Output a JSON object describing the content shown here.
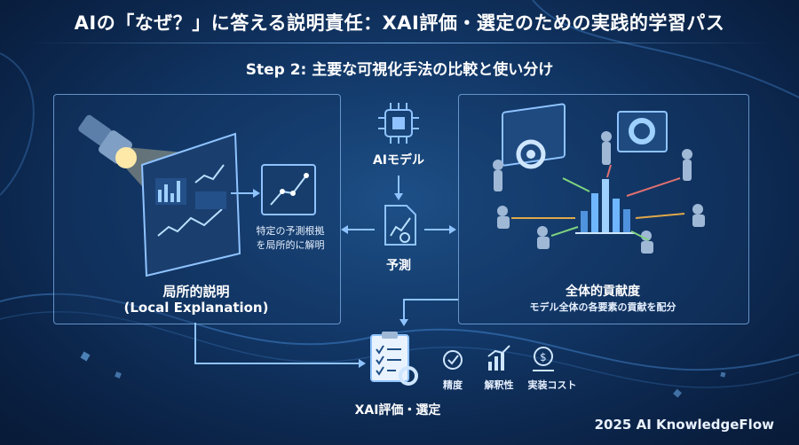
{
  "header": {
    "title": "AIの「なぜ？」に答える説明責任：XAI評価・選定のための実践的学習パス",
    "subtitle": "Step 2: 主要な可視化手法の比較と使い分け"
  },
  "center": {
    "model_label": "AIモデル",
    "prediction_label": "予測"
  },
  "local": {
    "callout": [
      "特定の予測根拠",
      "を局所的に解明"
    ],
    "title": "局所的説明",
    "subtitle": "(Local Explanation)"
  },
  "global": {
    "title": "全体的貢献度",
    "subtitle": "モデル全体の各要素の貢献を配分"
  },
  "evaluation": {
    "title": "XAI評価・選定",
    "criteria": [
      "精度",
      "解釈性",
      "実装コスト"
    ]
  },
  "footer": {
    "credit": "2025 AI KnowledgeFlow"
  },
  "colors": {
    "accent": "#6fb6ff",
    "panel_border": "#82b4eb",
    "background": "#0e2d57"
  }
}
